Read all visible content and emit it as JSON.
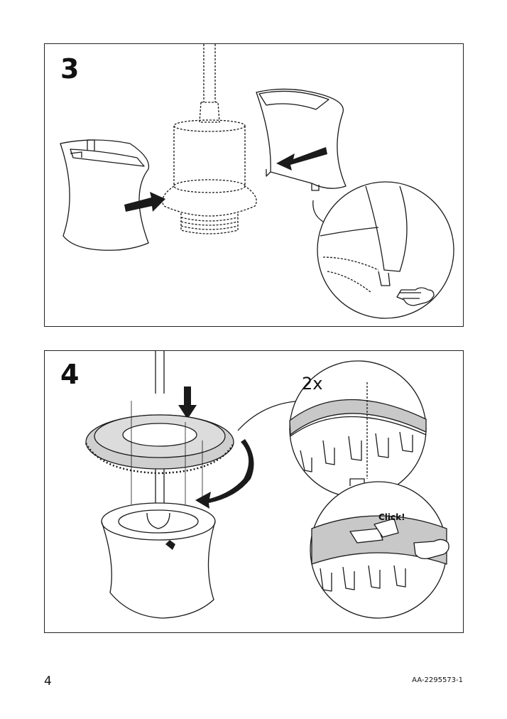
{
  "steps": [
    {
      "number": "3"
    },
    {
      "number": "4",
      "count_label": "2x",
      "click_label": "Click!"
    }
  ],
  "footer": {
    "page_number": "4",
    "document_code": "AA-2295573-1"
  },
  "colors": {
    "line": "#1a1a1a",
    "fill_gray": "#c8c8c8",
    "background": "#ffffff"
  }
}
